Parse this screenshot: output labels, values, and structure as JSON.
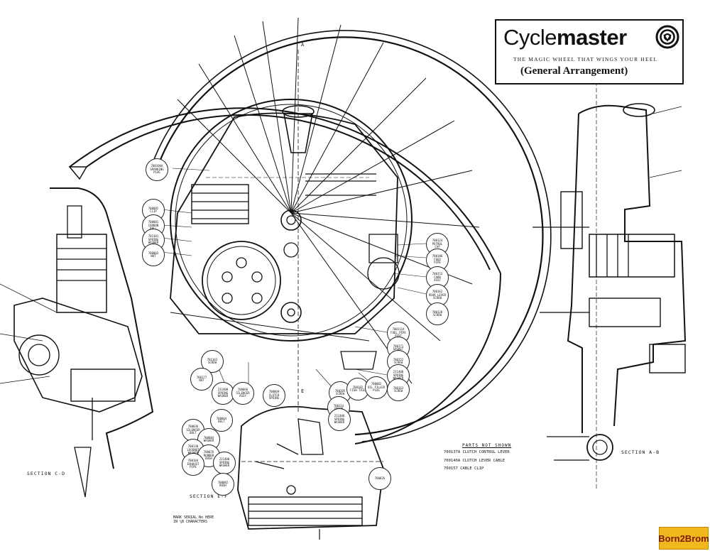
{
  "title_block": {
    "brand_light": "Cycle",
    "brand_bold": "master",
    "tagline": "THE MAGIC WHEEL THAT WINGS YOUR HEEL",
    "subtitle": "(General Arrangement)"
  },
  "section_labels": {
    "cd": "SECTION C-D",
    "ef": "SECTION E-F",
    "ab": "SECTION A-B"
  },
  "view_markers": {
    "a": "A",
    "e": "E"
  },
  "parts_not_shown": {
    "heading": "PARTS NOT SHOWN",
    "rows": [
      "700137A CLUTCH CONTROL LEVER",
      "700140A CLUTCH LEVER CABLE",
      "700157 CABLE CLIP"
    ]
  },
  "serial_note": "MARK SERIAL No HERE\nIN ¼B CHARACTERS",
  "callouts": [
    {
      "id": "c1",
      "text": "700106A\nSPARKING\nPLUG"
    },
    {
      "id": "c2",
      "text": "700092\nCLIP"
    },
    {
      "id": "c3",
      "text": "700081\nCARBON\nBALL"
    },
    {
      "id": "c4",
      "text": "701301\nSPRING\nWASHER"
    },
    {
      "id": "c5",
      "text": "700003\nNUT"
    },
    {
      "id": "c6",
      "text": "700124\nPETROL\nCAP"
    },
    {
      "id": "c7",
      "text": "700186\nFEED\nPIPE"
    },
    {
      "id": "c8",
      "text": "700153\nCARB\nASSY"
    },
    {
      "id": "c9",
      "text": "700162\nREAR LEVER\nSCREW"
    },
    {
      "id": "c10",
      "text": "700111A\nFUEL PIPE\nASSY"
    },
    {
      "id": "c11",
      "text": "700171\nGASKET"
    },
    {
      "id": "c12",
      "text": "700152\nSCREW"
    },
    {
      "id": "c13",
      "text": "231400\nSPRING\nWASHER"
    },
    {
      "id": "c14",
      "text": "700163\nSCREW"
    },
    {
      "id": "c15",
      "text": "700120\nSCREW"
    },
    {
      "id": "c16",
      "text": "701163\nSCREW"
    },
    {
      "id": "c17",
      "text": "700177\nNUT"
    },
    {
      "id": "c18",
      "text": "231400\nSPRING\nWASHER"
    },
    {
      "id": "c19",
      "text": "700066\nSILENCER\nASSY"
    },
    {
      "id": "c20",
      "text": "700069\nCLUTCH\nSPRING"
    },
    {
      "id": "c21",
      "text": "700205\nSCREW"
    },
    {
      "id": "c22",
      "text": "700182\nFISH TAIL"
    },
    {
      "id": "c23",
      "text": "700082\nOIL FILLER\nPLUG"
    },
    {
      "id": "c24",
      "text": "700114\nUNION"
    },
    {
      "id": "c25",
      "text": "231400\nSPRING\nWASHER"
    },
    {
      "id": "c26",
      "text": "700036\nSILENCER\nBOLT"
    },
    {
      "id": "c27",
      "text": "700084\nWASHER"
    },
    {
      "id": "c28",
      "text": "700130\nLOCKNUT\nWASHER"
    },
    {
      "id": "c29",
      "text": "700076\nRUBBER\nBUSH"
    },
    {
      "id": "c30",
      "text": "700104\nEXHAUST\nPIPE"
    },
    {
      "id": "c31",
      "text": "231400\nSPRING\nWASHER"
    },
    {
      "id": "c32",
      "text": "700064\nBELT"
    },
    {
      "id": "c33",
      "text": "700082\nBUSH"
    },
    {
      "id": "c34",
      "text": "700026"
    }
  ],
  "watermark": "Born2Brom"
}
